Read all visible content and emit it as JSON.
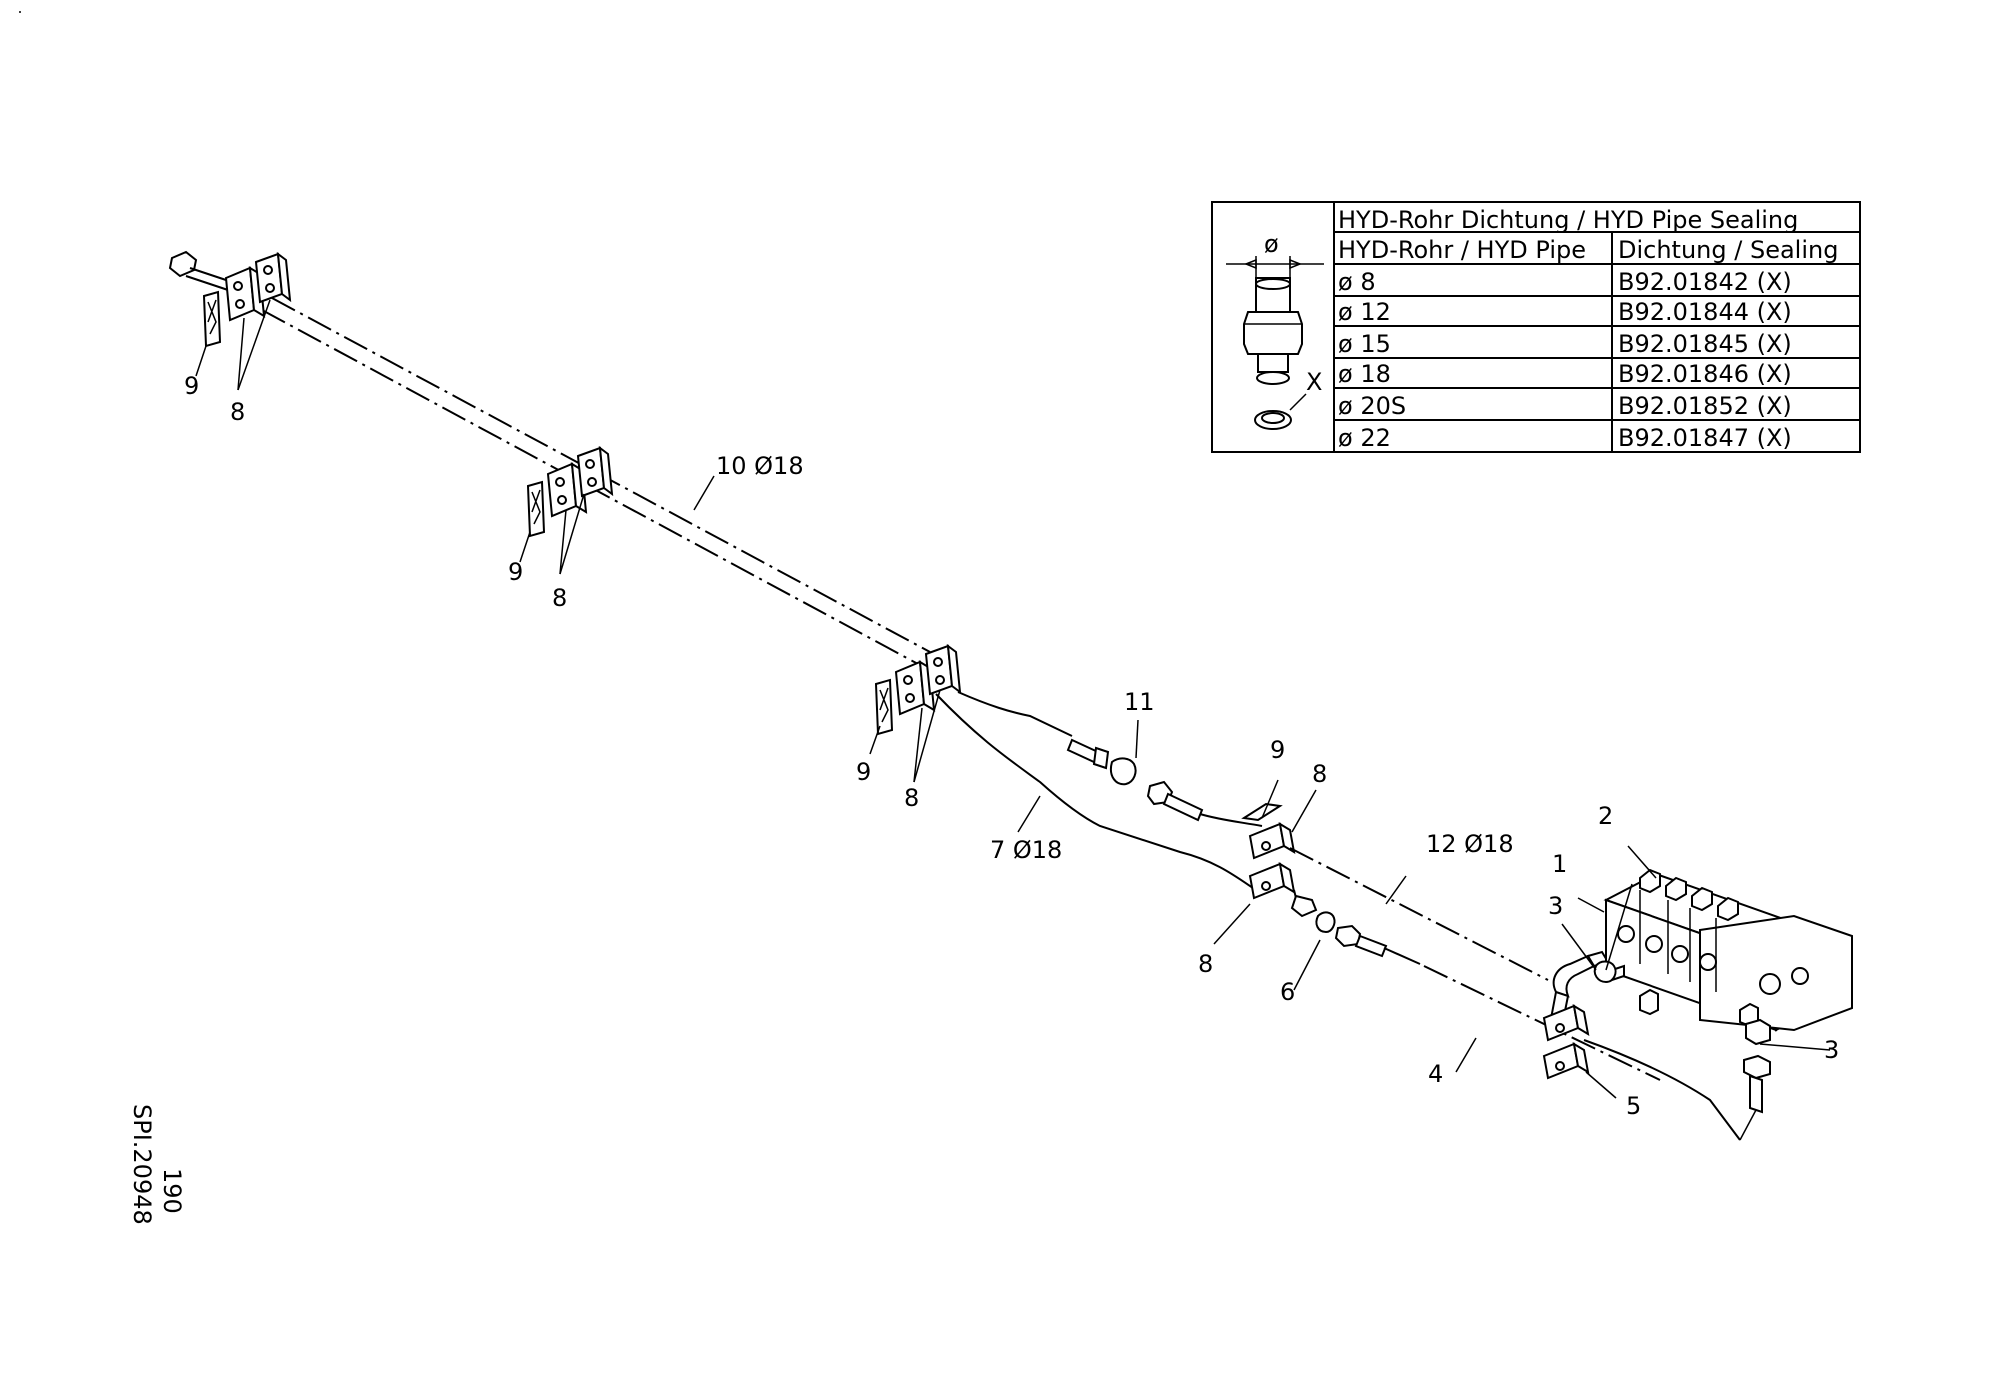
{
  "drawing_id": "SPI.20948",
  "page_number": "190",
  "callouts": {
    "c1": "1",
    "c2": "2",
    "c3a": "3",
    "c3b": "3",
    "c4": "4",
    "c5": "5",
    "c6": "6",
    "c7": "7  Ø18",
    "c8a": "8",
    "c8b": "8",
    "c8c": "8",
    "c8d": "8",
    "c8e": "8",
    "c9a": "9",
    "c9b": "9",
    "c9c": "9",
    "c9d": "9",
    "c10": "10  Ø18",
    "c11": "11",
    "c12": "12  Ø18"
  },
  "sealing_table": {
    "title": "HYD-Rohr Dichtung / HYD Pipe Sealing",
    "col_pipe": "HYD-Rohr / HYD Pipe",
    "col_seal": "Dichtung / Sealing",
    "detail_symbol": "ø",
    "detail_x": "X",
    "rows": [
      {
        "pipe": "ø  8",
        "seal": "B92.01842    (X)"
      },
      {
        "pipe": "ø  12",
        "seal": "B92.01844    (X)"
      },
      {
        "pipe": "ø  15",
        "seal": "B92.01845    (X)"
      },
      {
        "pipe": "ø  18",
        "seal": "B92.01846    (X)"
      },
      {
        "pipe": "ø  20S",
        "seal": "B92.01852    (X)"
      },
      {
        "pipe": "ø  22",
        "seal": "B92.01847    (X)"
      }
    ]
  }
}
